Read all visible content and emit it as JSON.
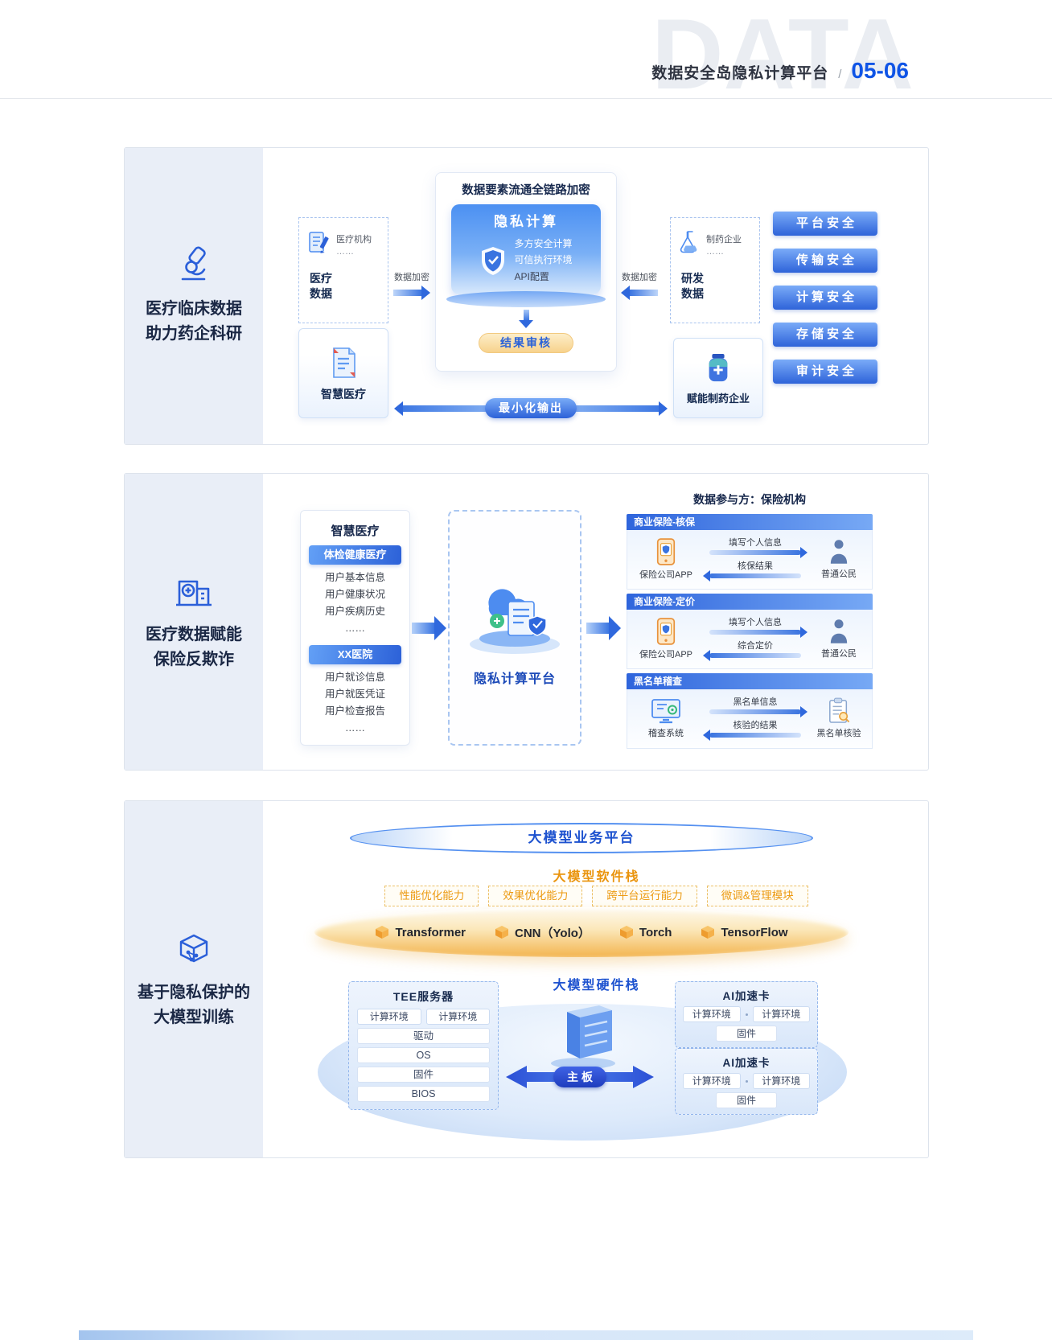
{
  "header": {
    "watermark": "DATA",
    "title": "数据安全岛隐私计算平台",
    "separator": "/",
    "page_no": "05-06"
  },
  "section1": {
    "sidebar_title_line1": "医疗临床数据",
    "sidebar_title_line2": "助力药企科研",
    "left_source": {
      "org": "医疗机构",
      "dots": "……",
      "label": "医疗数据"
    },
    "right_source": {
      "org": "制药企业",
      "dots": "……",
      "label": "研发数据"
    },
    "arrow_left_label": "数据加密",
    "arrow_right_label": "数据加密",
    "center": {
      "title": "数据要素流通全链路加密",
      "panel_title": "隐私计算",
      "items": [
        "多方安全计算",
        "可信执行环境",
        "API配置"
      ],
      "review": "结果审核"
    },
    "smart_medical": "智慧医疗",
    "min_output": "最小化输出",
    "empower": "赋能制药企业",
    "security_buttons": [
      "平台安全",
      "传输安全",
      "计算安全",
      "存储安全",
      "审计安全"
    ]
  },
  "section2": {
    "sidebar_title_line1": "医疗数据赋能",
    "sidebar_title_line2": "保险反欺诈",
    "left_box": {
      "title": "智慧医疗",
      "group1_title": "体检健康医疗",
      "group1_items": [
        "用户基本信息",
        "用户健康状况",
        "用户疾病历史",
        "……"
      ],
      "group2_title": "XX医院",
      "group2_items": [
        "用户就诊信息",
        "用户就医凭证",
        "用户检查报告",
        "……"
      ]
    },
    "platform_label": "隐私计算平台",
    "right_header": "数据参与方：保险机构",
    "panels": [
      {
        "title": "商业保险-核保",
        "left_label": "保险公司APP",
        "arrow1": "填写个人信息",
        "arrow2": "核保结果",
        "right_label": "普通公民"
      },
      {
        "title": "商业保险-定价",
        "left_label": "保险公司APP",
        "arrow1": "填写个人信息",
        "arrow2": "综合定价",
        "right_label": "普通公民"
      },
      {
        "title": "黑名单稽查",
        "left_label": "稽查系统",
        "arrow1": "黑名单信息",
        "arrow2": "核验的结果",
        "right_label": "黑名单核验"
      }
    ]
  },
  "section3": {
    "sidebar_title_line1": "基于隐私保护的",
    "sidebar_title_line2": "大模型训练",
    "business_platform": "大模型业务平台",
    "software_stack": "大模型软件栈",
    "capabilities": [
      "性能优化能力",
      "效果优化能力",
      "跨平台运行能力",
      "微调&管理模块"
    ],
    "frameworks": [
      "Transformer",
      "CNN（Yolo）",
      "Torch",
      "TensorFlow"
    ],
    "hardware_stack": "大模型硬件栈",
    "tee_server": {
      "title": "TEE服务器",
      "env_a": "计算环境",
      "env_b": "计算环境",
      "layers": [
        "驱动",
        "OS",
        "固件",
        "BIOS"
      ]
    },
    "mainboard": "主板",
    "ai_card1": {
      "title": "AI加速卡",
      "env_a": "计算环境",
      "env_b": "计算环境",
      "firmware": "固件"
    },
    "ai_card2": {
      "title": "AI加速卡",
      "env_a": "计算环境",
      "env_b": "计算环境",
      "firmware": "固件"
    }
  }
}
